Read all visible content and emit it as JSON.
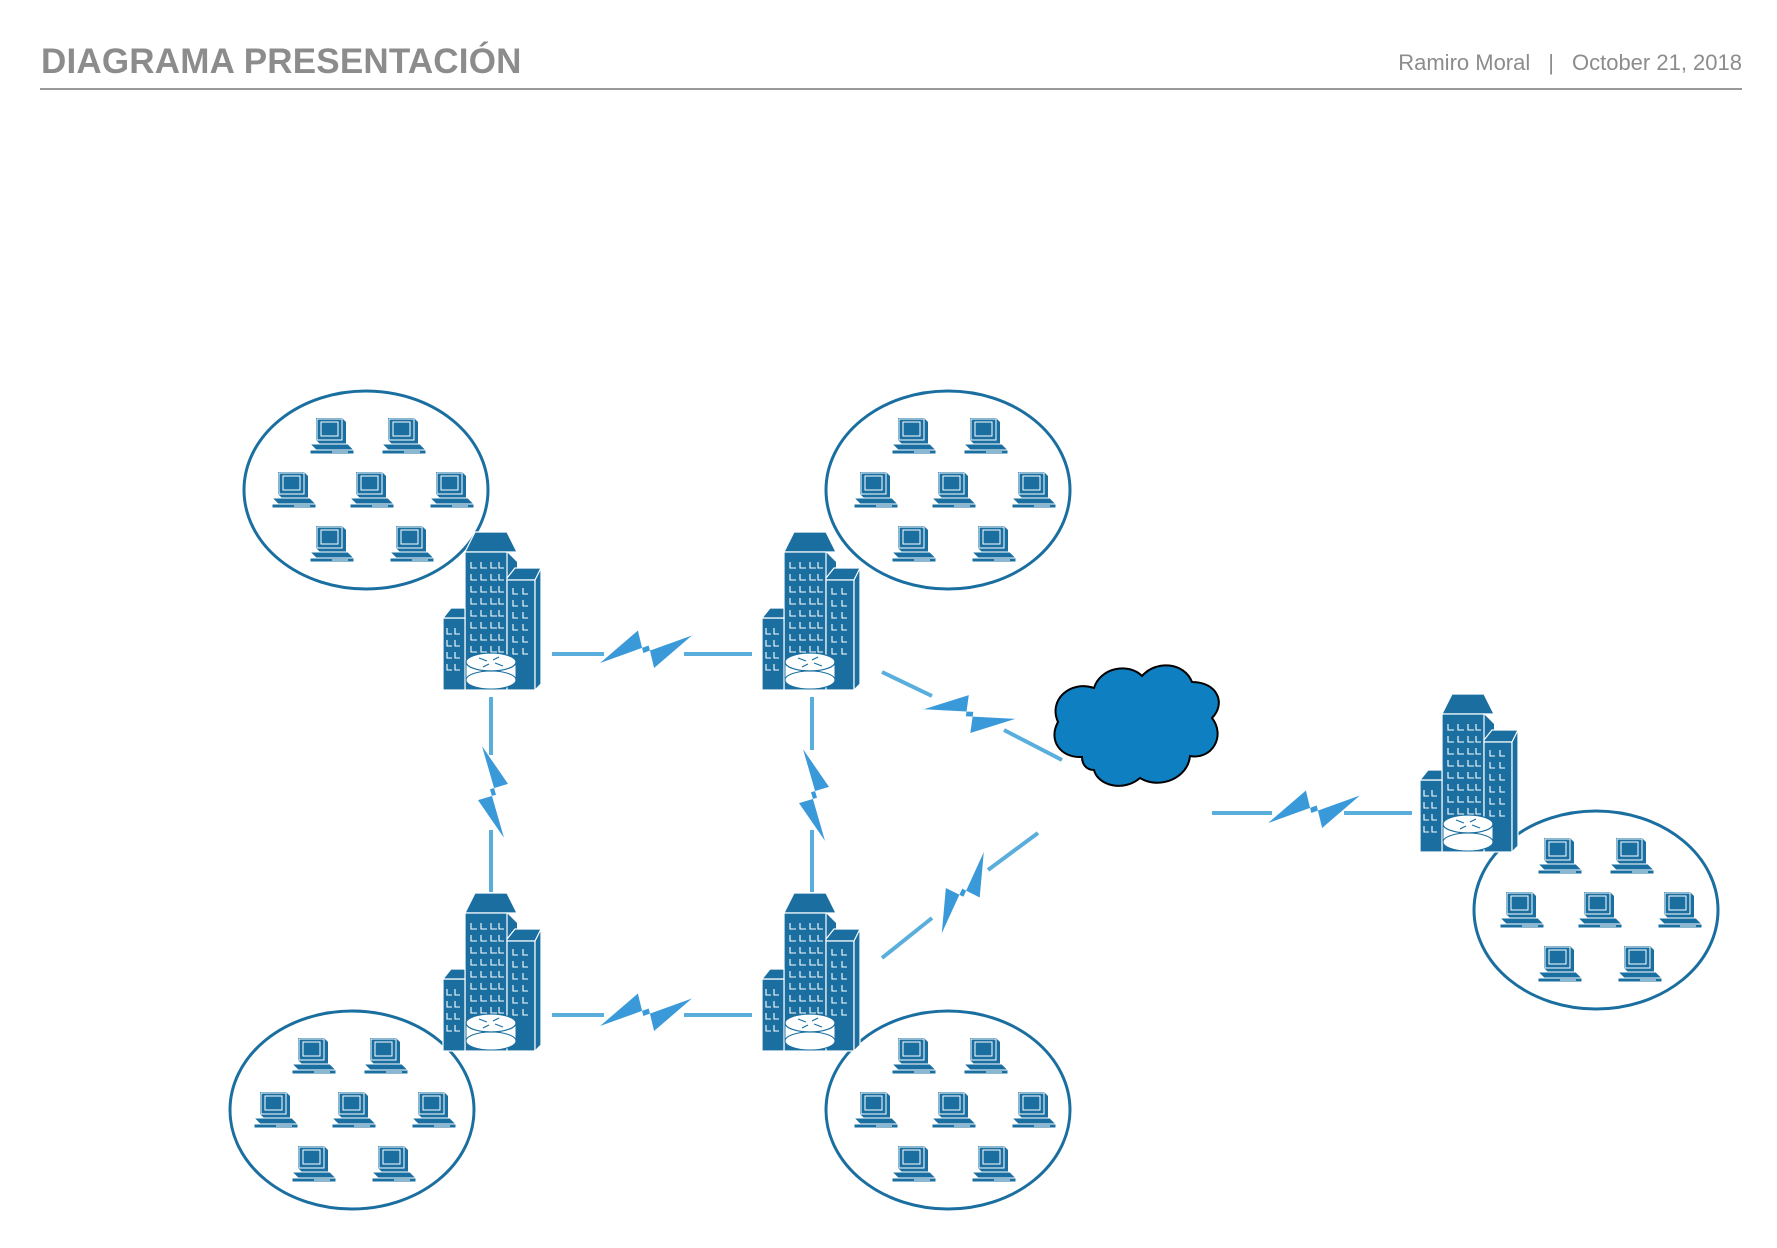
{
  "header": {
    "title": "DIAGRAMA PRESENTACIÓN",
    "author": "Ramiro Moral",
    "separator": "|",
    "date": "October 21, 2018"
  },
  "colors": {
    "primary": "#1a6fa0",
    "link": "#5aaedc",
    "lightning": "#3a9ad9",
    "cloud": "#0e7fc0",
    "text": "#8c8c8c"
  },
  "diagram": {
    "nodes": [
      {
        "id": "building-top-left",
        "type": "office-router",
        "lan_pcs": 7
      },
      {
        "id": "building-top-center",
        "type": "office-router",
        "lan_pcs": 7
      },
      {
        "id": "building-bottom-left",
        "type": "office-router",
        "lan_pcs": 7
      },
      {
        "id": "building-bottom-center",
        "type": "office-router",
        "lan_pcs": 7
      },
      {
        "id": "building-right",
        "type": "office-router",
        "lan_pcs": 7
      },
      {
        "id": "cloud",
        "type": "internet-cloud"
      }
    ],
    "links": [
      {
        "from": "building-top-left",
        "to": "building-top-center",
        "type": "wan-serial"
      },
      {
        "from": "building-top-left",
        "to": "building-bottom-left",
        "type": "wan-serial"
      },
      {
        "from": "building-top-center",
        "to": "building-bottom-center",
        "type": "wan-serial"
      },
      {
        "from": "building-bottom-left",
        "to": "building-bottom-center",
        "type": "wan-serial"
      },
      {
        "from": "building-top-center",
        "to": "cloud",
        "type": "wan-serial"
      },
      {
        "from": "building-bottom-center",
        "to": "cloud",
        "type": "wan-serial"
      },
      {
        "from": "cloud",
        "to": "building-right",
        "type": "wan-serial"
      }
    ]
  }
}
